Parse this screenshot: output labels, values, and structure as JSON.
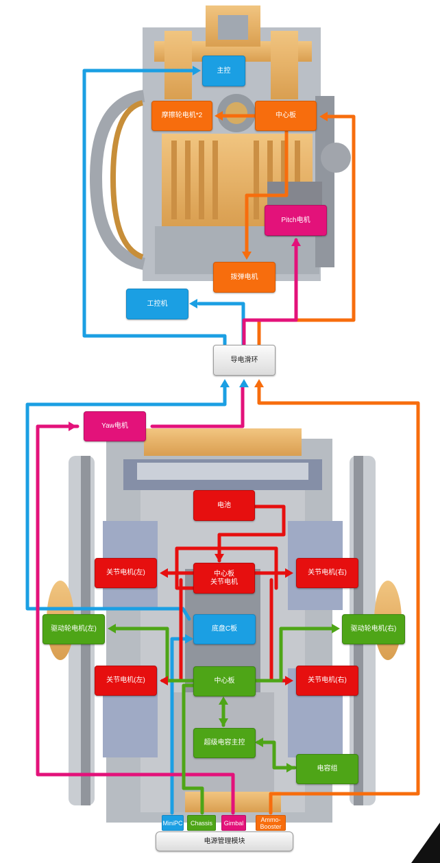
{
  "colors": {
    "communication": "#1b9fe3",
    "motor_orange": "#f76d0d",
    "gimbal_magenta": "#e3127a",
    "chassis_red": "#e60f0f",
    "chassis_green": "#4ea517",
    "neutral": "#e3e3e3"
  },
  "gimbal": {
    "main_control": "主控",
    "friction_motor": "摩擦轮电机*2",
    "center_board": "中心板",
    "pitch_motor": "Pitch电机",
    "feeder_motor": "拨弹电机",
    "ipc": "工控机"
  },
  "slip_ring": "导电滑环",
  "yaw_motor": "Yaw电机",
  "chassis": {
    "battery": "电池",
    "center_joint_board": "中心板\n关节电机",
    "joint_left_upper": "关节电机(左)",
    "joint_right_upper": "关节电机(右)",
    "wheel_left": "驱动轮电机(左)",
    "wheel_right": "驱动轮电机(右)",
    "chassis_c_board": "底盘C板",
    "center_board": "中心板",
    "joint_left_lower": "关节电机(左)",
    "joint_right_lower": "关节电机(右)",
    "supercap_control": "超级电容主控",
    "capacitor_bank": "电容组"
  },
  "power": {
    "ports": [
      "MiniPC",
      "Chassis",
      "Gimbal",
      "Ammo-\nBooster"
    ],
    "module": "电源管理模块"
  }
}
